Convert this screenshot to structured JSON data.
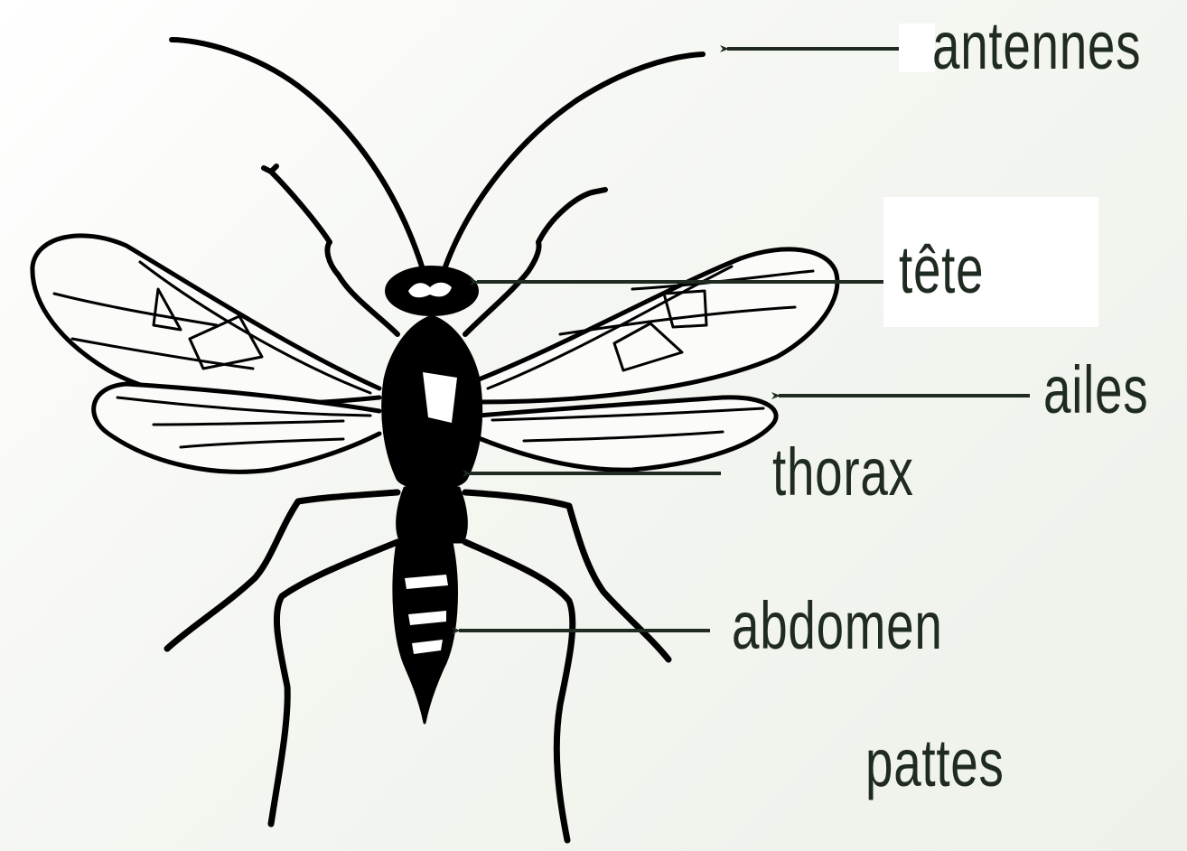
{
  "diagram": {
    "labels": {
      "antennes": "antennes",
      "tete": "tête",
      "ailes": "ailes",
      "thorax": "thorax",
      "abdomen": "abdomen",
      "pattes": "pattes"
    }
  },
  "colors": {
    "label_text": "#1f2a20",
    "arrow": "#1f2a20",
    "insect_ink": "#000000",
    "background": "#f4f6f1"
  }
}
